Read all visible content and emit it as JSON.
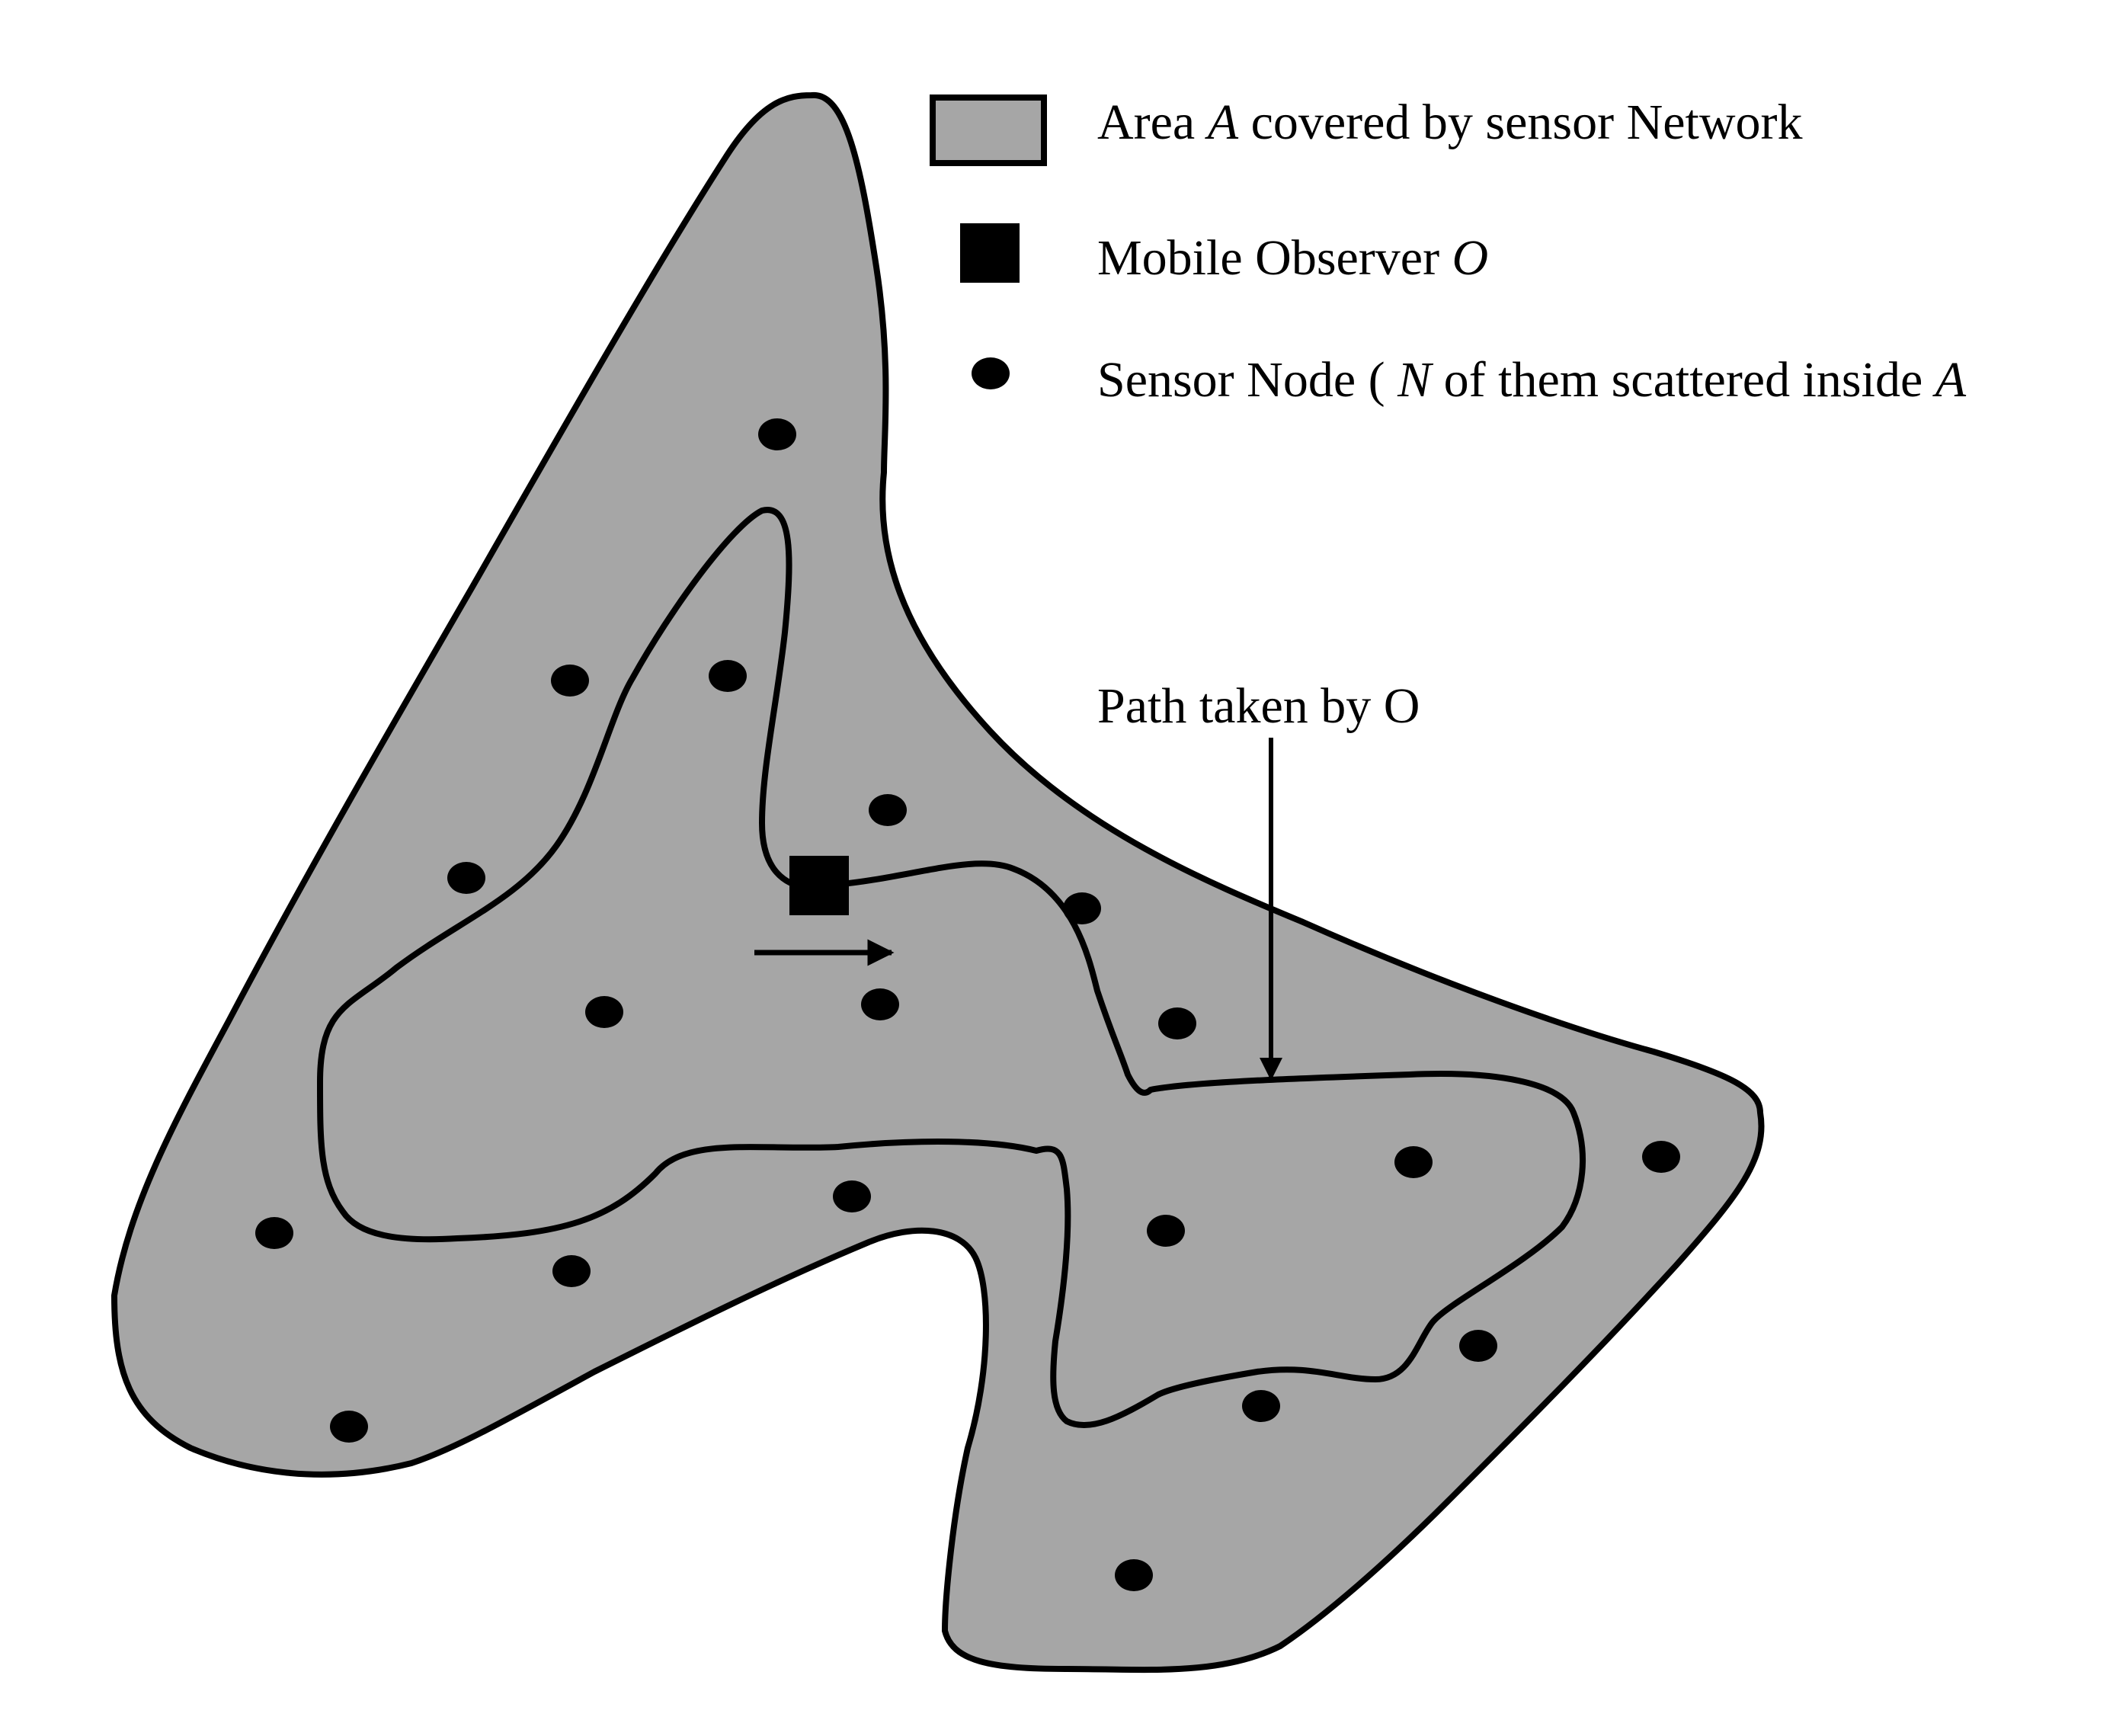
{
  "colors": {
    "area_fill": "#a6a6a6",
    "stroke": "#000000",
    "background": "#ffffff"
  },
  "legend": {
    "area": {
      "prefix": "Area ",
      "var": "A",
      "suffix": " covered by sensor Network"
    },
    "observer": {
      "prefix": "Mobile Observer ",
      "var": "O"
    },
    "node": {
      "prefix": "Sensor Node ( ",
      "var_n": "N",
      "middle": " of them scattered inside ",
      "var_a": "A"
    }
  },
  "annotation": {
    "path_label": "Path taken by O"
  },
  "icons": {
    "observer": "black-square-icon",
    "node": "black-dot-icon",
    "direction": "arrow-right-icon"
  }
}
